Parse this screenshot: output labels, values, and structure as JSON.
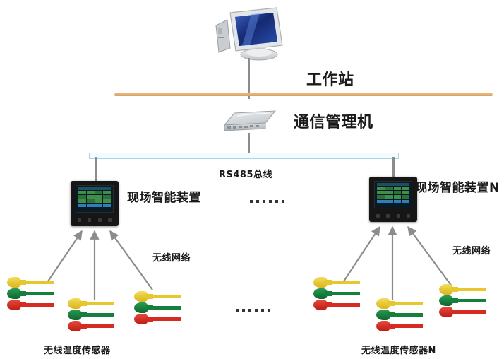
{
  "diagram": {
    "title_labels": {
      "workstation": "工作站",
      "communication_manager": "通信管理机",
      "rs485_bus": "RS485总线",
      "field_device": "现场智能装置",
      "field_device_n": "现场智能装置N",
      "wireless_network_left": "无线网络",
      "wireless_network_right": "无线网络",
      "temperature_sensor": "无线温度传感器",
      "temperature_sensor_n": "无线温度传感器N"
    },
    "colors": {
      "divider_orange": "#d9a264",
      "bus_blue": "#a8d4e4",
      "connector_gray": "#8c8c8c",
      "device_black": "#161616",
      "sensor_yellow": "#e8c72c",
      "sensor_green": "#14803c",
      "sensor_red": "#d62b20",
      "background": "#ffffff"
    },
    "icons": {
      "workstation": "crt-monitor-icon",
      "communication_manager": "network-gateway-icon",
      "field_device": "panel-meter-icon",
      "sensor": "wireless-temperature-sensor-icon",
      "ellipsis": "ellipsis-dots-icon"
    },
    "ellipsis": {
      "middle": "••••••",
      "bottom": "••••••",
      "dot_count": 6
    },
    "topology": {
      "levels": [
        "workstation",
        "communication_manager",
        "rs485_bus",
        "field_intelligent_devices",
        "wireless_temperature_sensors"
      ],
      "field_device_count_label": "N",
      "sensors_per_device": 3
    }
  }
}
